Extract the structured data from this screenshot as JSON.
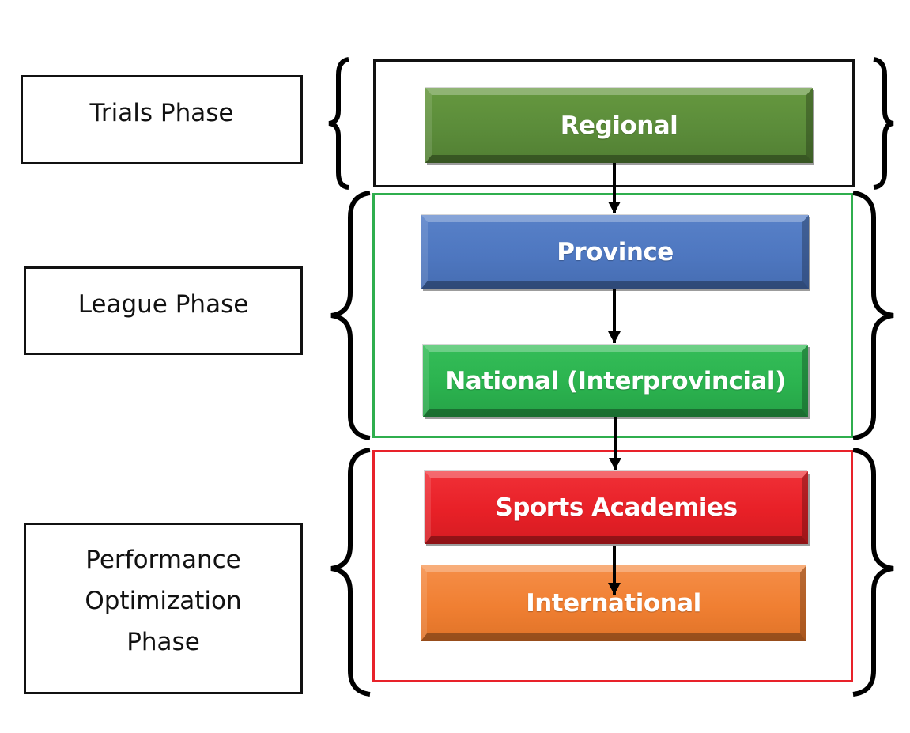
{
  "diagram": {
    "phases": [
      {
        "id": "trials",
        "lines": [
          "Trials Phase"
        ],
        "frame_color": "#111111"
      },
      {
        "id": "league",
        "lines": [
          "League Phase"
        ],
        "frame_color": "#2fae4e"
      },
      {
        "id": "performance",
        "lines": [
          "Performance",
          "Optimization",
          "Phase"
        ],
        "frame_color": "#e8222a"
      }
    ],
    "levels": [
      {
        "id": "regional",
        "label": "Regional",
        "color": "#5b8c3a",
        "phase": "trials"
      },
      {
        "id": "province",
        "label": "Province",
        "color": "#4e77c0",
        "phase": "league"
      },
      {
        "id": "national",
        "label": "National (Interprovincial)",
        "color": "#2bb34f",
        "phase": "league"
      },
      {
        "id": "sports-academies",
        "label": "Sports Academies",
        "color": "#e82027",
        "phase": "performance"
      },
      {
        "id": "international",
        "label": "International",
        "color": "#f07f32",
        "phase": "performance"
      }
    ],
    "flow": [
      [
        "regional",
        "province"
      ],
      [
        "province",
        "national"
      ],
      [
        "national",
        "sports-academies"
      ],
      [
        "sports-academies",
        "international"
      ]
    ]
  }
}
